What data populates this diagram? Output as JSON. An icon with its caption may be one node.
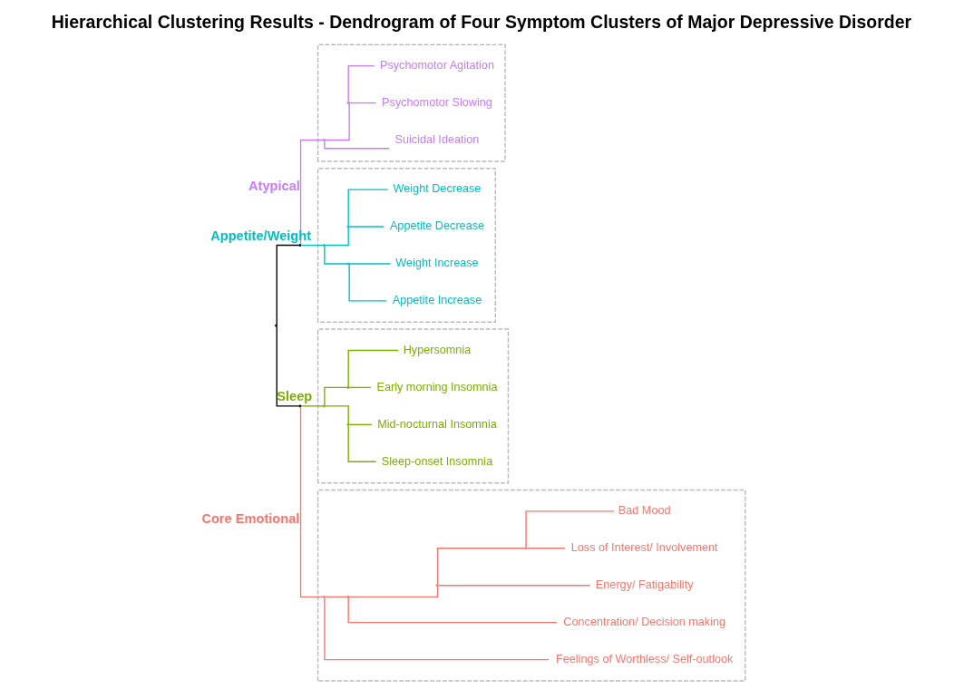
{
  "diagram": {
    "title": "Hierarchical Clustering Results - Dendrogram of Four Symptom Clusters of Major Depressive Disorder",
    "nodes": [
      {
        "text": [],
        "shape": "point"
      },
      {
        "text": [],
        "shape": "point"
      },
      {
        "text": [],
        "shape": "point"
      },
      {
        "text": [],
        "shape": "box"
      },
      {
        "text": [],
        "shape": "point",
        "in": 3
      },
      {
        "text": [],
        "shape": "point",
        "in": 3
      },
      {
        "text": [
          "Psychomotor Agitation"
        ],
        "in": 3
      },
      {
        "text": [
          "Psychomotor Slowing"
        ],
        "in": 3
      },
      {
        "text": [
          "Suicidal Ideation"
        ],
        "in": 3
      },
      {
        "text": [],
        "shape": "box"
      },
      {
        "text": [],
        "shape": "point",
        "in": 9
      },
      {
        "text": [],
        "shape": "point",
        "in": 9
      },
      {
        "text": [
          "Weight Decrease"
        ],
        "in": 9
      },
      {
        "text": [
          "Appetite Decrease"
        ],
        "in": 9
      },
      {
        "text": [],
        "shape": "point",
        "in": 9
      },
      {
        "text": [
          "Weight Increase"
        ],
        "in": 9
      },
      {
        "text": [
          "Appetite Increase"
        ],
        "in": 9
      },
      {
        "text": [],
        "shape": "box"
      },
      {
        "text": [],
        "shape": "point",
        "in": 17
      },
      {
        "text": [],
        "shape": "point",
        "in": 17
      },
      {
        "text": [
          "Hypersomnia"
        ],
        "in": 17
      },
      {
        "text": [
          "Early morning Insomnia"
        ],
        "in": 17
      },
      {
        "text": [],
        "shape": "point",
        "in": 17
      },
      {
        "text": [
          "Mid-nocturnal Insomnia"
        ],
        "in": 17
      },
      {
        "text": [
          "Sleep-onset Insomnia"
        ],
        "in": 17
      },
      {
        "text": [],
        "shape": "box"
      },
      {
        "text": [],
        "shape": "point",
        "in": 25
      },
      {
        "text": [],
        "shape": "point",
        "in": 25
      },
      {
        "text": [],
        "shape": "point",
        "in": 25
      },
      {
        "text": [],
        "shape": "point",
        "in": 25
      },
      {
        "text": [
          "Bad Mood"
        ],
        "in": 25
      },
      {
        "text": [
          "Loss of Interest/ Involvement"
        ],
        "in": 25
      },
      {
        "text": [
          "Energy/ Fatigability"
        ],
        "in": 25
      },
      {
        "text": [
          "Concentration/ Decision making"
        ],
        "in": 25
      },
      {
        "text": [
          "Feelings of Worthless/ Self-outlook"
        ],
        "in": 25
      }
    ],
    "edges": [
      {
        "from": 0,
        "to": 1,
        "arrow": "none",
        "color": "#000000"
      },
      {
        "from": 0,
        "to": 2,
        "arrow": "none",
        "color": "#000000"
      },
      {
        "from": 1,
        "to": 4,
        "arrow": "none",
        "label": "Atypical",
        "color": "#c77cff"
      },
      {
        "from": 4,
        "to": 5,
        "arrow": "none",
        "color": "#c77cff"
      },
      {
        "from": 5,
        "to": 6,
        "arrow": "none",
        "color": "#c77cff"
      },
      {
        "from": 5,
        "to": 7,
        "arrow": "none",
        "color": "#c77cff"
      },
      {
        "from": 4,
        "to": 8,
        "arrow": "none",
        "color": "#c77cff"
      },
      {
        "from": 1,
        "to": 10,
        "arrow": "none",
        "label": "Appetite/Weight",
        "color": "#00bfc4"
      },
      {
        "from": 10,
        "to": 11,
        "arrow": "none",
        "color": "#00bfc4"
      },
      {
        "from": 11,
        "to": 12,
        "arrow": "none",
        "color": "#00bfc4"
      },
      {
        "from": 11,
        "to": 13,
        "arrow": "none",
        "color": "#00bfc4"
      },
      {
        "from": 10,
        "to": 14,
        "arrow": "none",
        "color": "#00bfc4"
      },
      {
        "from": 14,
        "to": 15,
        "arrow": "none",
        "color": "#00bfc4"
      },
      {
        "from": 14,
        "to": 16,
        "arrow": "none",
        "color": "#00bfc4"
      },
      {
        "from": 2,
        "to": 18,
        "arrow": "none",
        "label": "Sleep",
        "color": "#7cae00"
      },
      {
        "from": 18,
        "to": 19,
        "arrow": "none",
        "color": "#7cae00"
      },
      {
        "from": 19,
        "to": 20,
        "arrow": "none",
        "color": "#7cae00"
      },
      {
        "from": 19,
        "to": 21,
        "arrow": "none",
        "color": "#7cae00"
      },
      {
        "from": 18,
        "to": 22,
        "arrow": "none",
        "color": "#7cae00"
      },
      {
        "from": 22,
        "to": 23,
        "arrow": "none",
        "color": "#7cae00"
      },
      {
        "from": 22,
        "to": 24,
        "arrow": "none",
        "color": "#7cae00"
      },
      {
        "from": 2,
        "to": 26,
        "arrow": "none",
        "label": "Core Emotional",
        "color": "#f8766d"
      },
      {
        "from": 26,
        "to": 27,
        "arrow": "none",
        "color": "#f8766d"
      },
      {
        "from": 27,
        "to": 28,
        "arrow": "none",
        "color": "#f8766d"
      },
      {
        "from": 28,
        "to": 29,
        "arrow": "none",
        "color": "#f8766d"
      },
      {
        "from": 29,
        "to": 30,
        "arrow": "none",
        "color": "#f8766d"
      },
      {
        "from": 29,
        "to": 31,
        "arrow": "none",
        "color": "#f8766d"
      },
      {
        "from": 28,
        "to": 32,
        "arrow": "none",
        "color": "#f8766d"
      },
      {
        "from": 27,
        "to": 33,
        "arrow": "none",
        "color": "#f8766d"
      },
      {
        "from": 26,
        "to": 34,
        "arrow": "none",
        "color": "#f8766d"
      }
    ]
  }
}
